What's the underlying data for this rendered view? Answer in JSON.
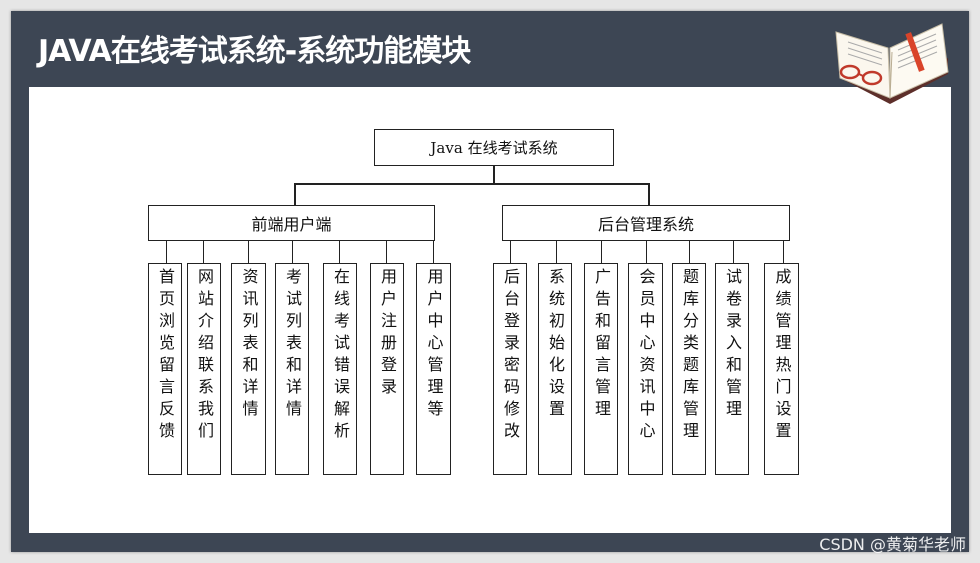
{
  "header": {
    "title": "JAVA在线考试系统-系统功能模块"
  },
  "watermark": "CSDN @黄菊华老师",
  "diagram": {
    "root": "Java 在线考试系统",
    "categories": [
      {
        "label": "前端用户端",
        "leaves": [
          "首页浏览留言反馈",
          "网站介绍联系我们",
          "资讯列表和详情",
          "考试列表和详情",
          "在线考试错误解析",
          "用户注册登录",
          "用户中心管理等"
        ]
      },
      {
        "label": "后台管理系统",
        "leaves": [
          "后台登录密码修改",
          "系统初始化设置",
          "广告和留言管理",
          "会员中心资讯中心",
          "题库分类题库管理",
          "试卷录入和管理",
          "成绩管理热门设置"
        ]
      }
    ]
  },
  "colors": {
    "frame": "#3d4654",
    "canvas": "#ffffff",
    "line": "#222222"
  },
  "icons": {
    "book": "open-book-with-glasses-icon"
  }
}
